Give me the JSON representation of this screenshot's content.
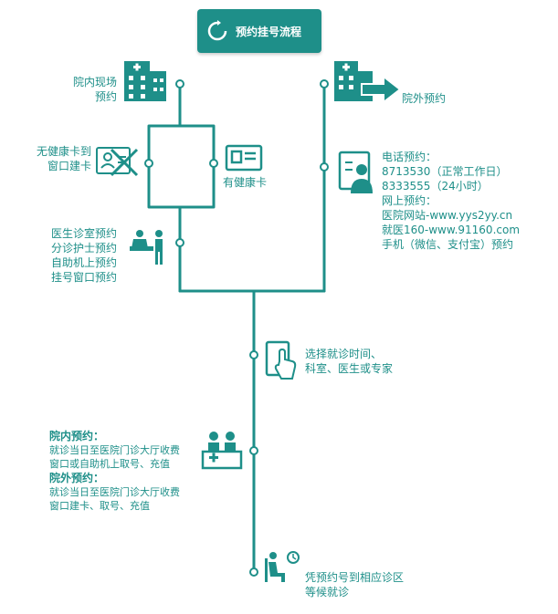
{
  "title": "预约挂号流程",
  "colors": {
    "teal": "#1e8f89",
    "white": "#ffffff"
  },
  "left_branch": {
    "onsite_label_1": "院内现场",
    "onsite_label_2": "预约",
    "no_card_1": "无健康卡到",
    "no_card_2": "窗口建卡",
    "has_card": "有健康卡",
    "methods": [
      "医生诊室预约",
      "分诊护士预约",
      "自助机上预约",
      "挂号窗口预约"
    ]
  },
  "right_branch": {
    "label": "院外预约",
    "lines": [
      "电话预约：",
      "8713530（正常工作日）",
      "8333555（24小时）",
      "网上预约：",
      "医院网站-www.yys2yy.cn",
      "就医160-www.91160.com",
      "手机（微信、支付宝）预约"
    ]
  },
  "step_select": [
    "选择就诊时间、",
    "科室、医生或专家"
  ],
  "step_pay": {
    "inhouse_title": "院内预约：",
    "inhouse_lines": [
      "就诊当日至医院门诊大厅收费",
      "窗口或自助机上取号、充值"
    ],
    "outside_title": "院外预约：",
    "outside_lines": [
      "就诊当日至医院门诊大厅收费",
      "窗口建卡、取号、充值"
    ]
  },
  "step_wait": [
    "凭预约号到相应诊区",
    "等候就诊"
  ],
  "icons": [
    "refresh-icon",
    "hospital-building-icon",
    "hospital-arrow-icon",
    "no-card-icon",
    "health-card-icon",
    "nurse-desk-icon",
    "phone-contact-icon",
    "tablet-touch-icon",
    "pharmacy-counter-icon",
    "waiting-chair-icon"
  ]
}
